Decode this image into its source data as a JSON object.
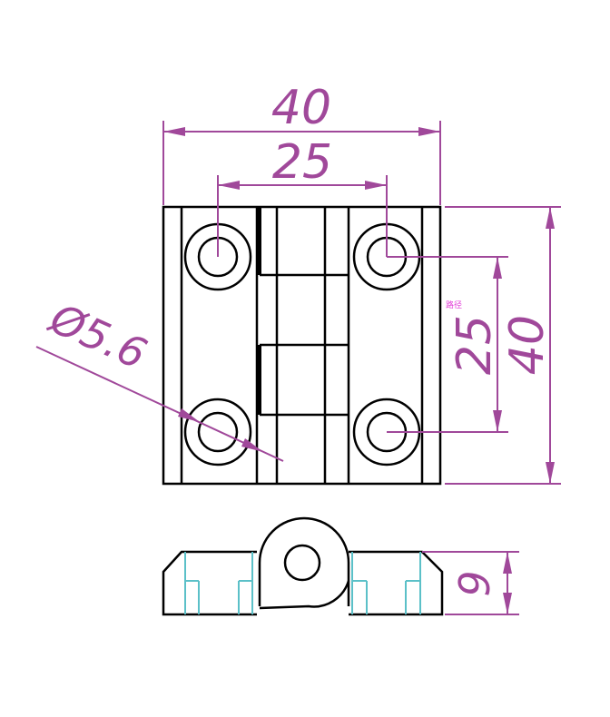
{
  "colors": {
    "outline": "#000000",
    "dimension": "#a0489a",
    "hidden_detail": "#5bc0c8",
    "label": "#e23ed8",
    "background": "#ffffff"
  },
  "dimensions": {
    "overall_width": "40",
    "hole_spacing_horizontal": "25",
    "hole_spacing_vertical": "25",
    "overall_height": "40",
    "hole_diameter": "Ø5.6",
    "thickness": "9"
  },
  "annotation": {
    "path_label": "路径"
  }
}
